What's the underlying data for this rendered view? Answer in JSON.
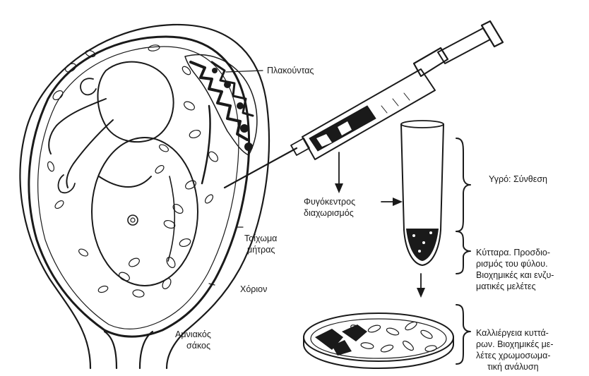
{
  "labels": {
    "placenta": "Πλακούντας",
    "centrifuge_line1": "Φυγόκεντρος",
    "centrifuge_line2": "διαχωρισμός",
    "uterine_wall_line1": "Τοίχωμα",
    "uterine_wall_line2": "μήτρας",
    "chorion": "Χόριον",
    "amniotic_sac_line1": "Αμνιακός",
    "amniotic_sac_line2": "σάκος",
    "fluid": "Υγρό: Σύνθεση",
    "cells_line1": "Κύτταρα. Προσδιο-",
    "cells_line2": "ρισμός του φύλου.",
    "cells_line3": "Βιοχημικές και ενζυ-",
    "cells_line4": "ματικές μελέτες",
    "culture_line1": "Καλλιέργεια κυττά-",
    "culture_line2": "ρων. Βιοχημικές με-",
    "culture_line3": "λέτες χρωμοσωμα-",
    "culture_line4": "τική ανάλυση"
  },
  "icons": [
    "syringe-icon",
    "test-tube-icon",
    "petri-dish-icon",
    "fetus-illustration",
    "down-arrow-icon",
    "brace-icon"
  ]
}
